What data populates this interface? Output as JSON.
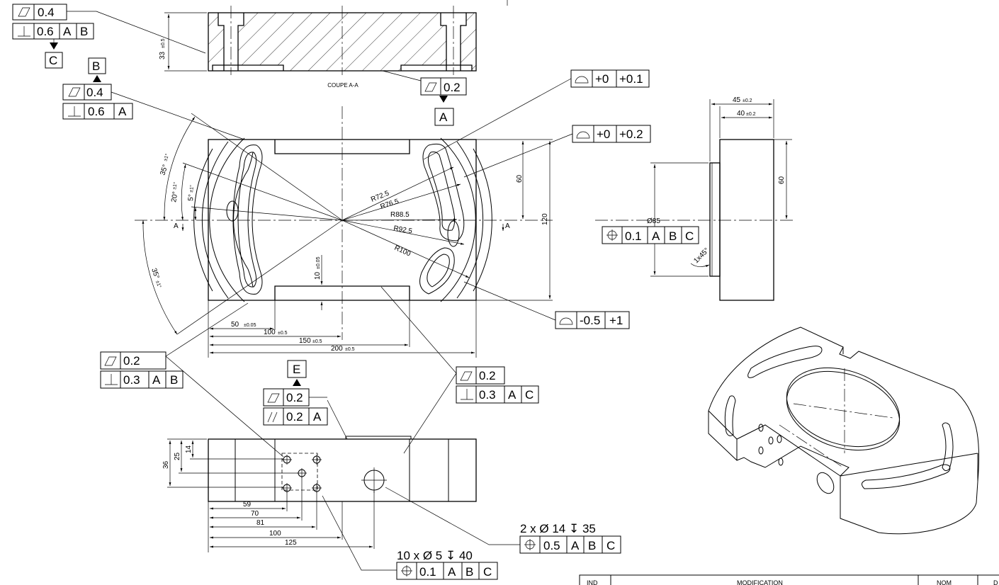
{
  "sheet": {
    "section_label": "COUPE A-A",
    "section_marker": "A",
    "title_block": {
      "col_ind": "IND",
      "col_modification": "MODIFICATION",
      "col_nom": "NOM",
      "col_d": "D"
    }
  },
  "fcf": {
    "tl": {
      "flat": "0.4",
      "perp": "0.6",
      "ref1": "A",
      "ref2": "B",
      "datum": "C"
    },
    "tl2": {
      "datum": "B",
      "flat": "0.4",
      "perp": "0.6",
      "ref1": "A"
    },
    "sec": {
      "flat": "0.2",
      "datum": "A"
    },
    "prof1": {
      "a": "+0",
      "b": "+0.1"
    },
    "prof2": {
      "a": "+0",
      "b": "+0.2"
    },
    "prof3": {
      "a": "-0.5",
      "b": "+1"
    },
    "side": {
      "tol": "0.1",
      "r1": "A",
      "r2": "B",
      "r3": "C"
    },
    "left": {
      "flat": "0.2",
      "perp": "0.3",
      "r1": "A",
      "r2": "B"
    },
    "mid": {
      "datum": "E",
      "flat": "0.2",
      "par": "0.2",
      "ref": "A"
    },
    "right": {
      "flat": "0.2",
      "perp": "0.3",
      "r1": "A",
      "r2": "C"
    },
    "pos1": {
      "note": "2 x Ø 14 ↧ 35",
      "tol": "0.5",
      "r1": "A",
      "r2": "B",
      "r3": "C"
    },
    "pos2": {
      "note": "10 x Ø 5 ↧ 40",
      "tol": "0.1",
      "r1": "A",
      "r2": "B",
      "r3": "C"
    }
  },
  "dims": {
    "sec_h": "33",
    "sec_h_tol": "±0.5",
    "r1": "R72.5",
    "r2": "R76.5",
    "r3": "R88.5",
    "r4": "R92.5",
    "r5": "R100",
    "a35": "35°",
    "a35_tol": "±1°",
    "a20": "20°",
    "a20_tol": "±1°",
    "a5": "5°",
    "a5_tol": "±1°",
    "a35b": "35°",
    "a35b_tol": "±1°",
    "h60": "60",
    "h120": "120",
    "d10": "10",
    "d10_tol": "±0.05",
    "w50": "50",
    "w50_tol": "±0.05",
    "w100": "100",
    "w100_tol": "±0.5",
    "w150": "150",
    "w150_tol": "±0.5",
    "w200": "200",
    "w200_tol": "±0.5",
    "s45": "45",
    "s45_tol": "±0.2",
    "s40": "40",
    "s40_tol": "±0.2",
    "s60": "60",
    "s85": "Ø85",
    "chamfer": "1x45°",
    "f36": "36",
    "f25": "25",
    "f14": "14",
    "f59": "59",
    "f70": "70",
    "f81": "81",
    "f100": "100",
    "f125": "125"
  }
}
